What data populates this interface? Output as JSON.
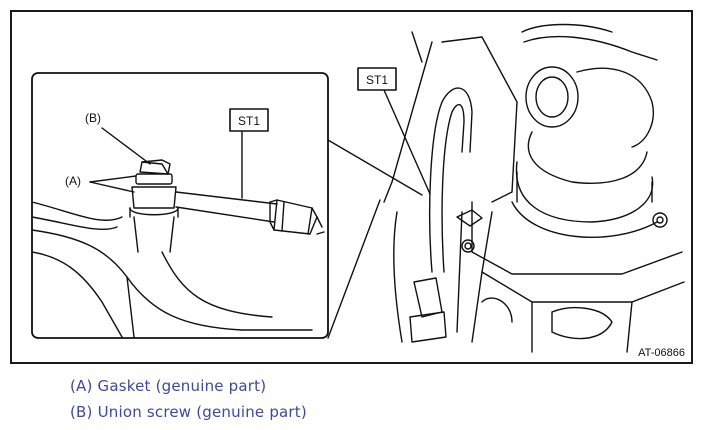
{
  "figure": {
    "id": "AT-06866",
    "callouts": {
      "a": "(A)",
      "b": "(B)",
      "tool_inset": "ST1",
      "tool_main": "ST1"
    }
  },
  "legend": [
    {
      "text": "(A) Gasket (genuine part)"
    },
    {
      "text": "(B) Union screw (genuine part)"
    }
  ]
}
